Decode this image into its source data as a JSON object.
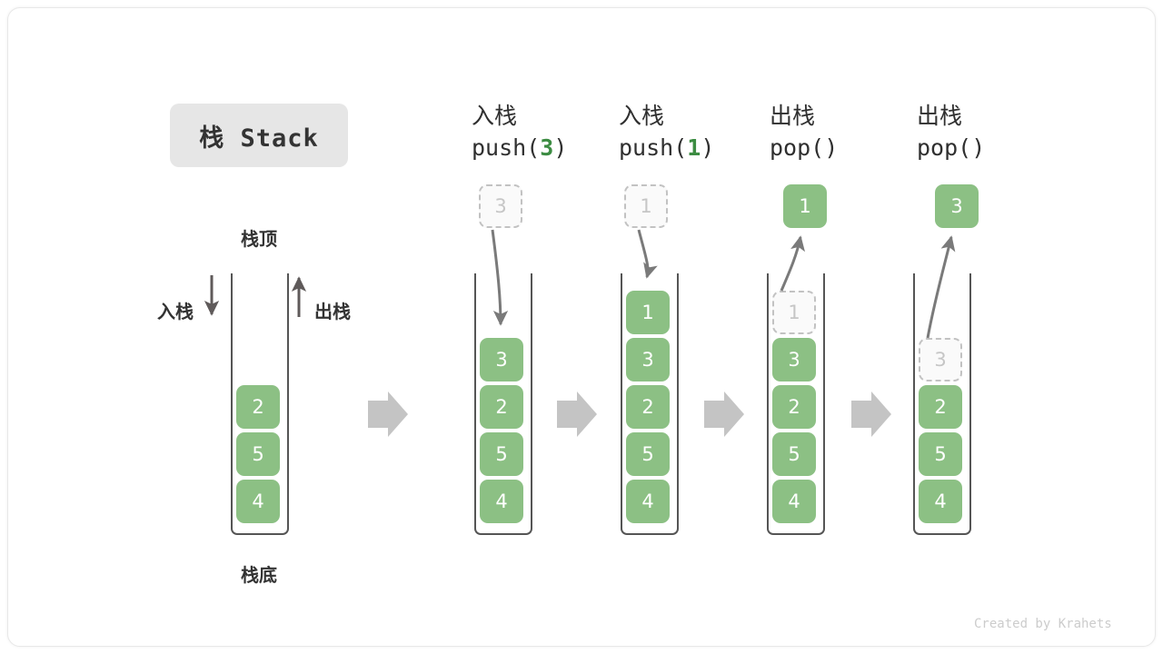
{
  "title_badge": {
    "label": "栈 Stack"
  },
  "footer": {
    "credit": "Created by Krahets"
  },
  "colors": {
    "cell_fill": "#8cc084",
    "cell_text": "#ffffff",
    "ghost_fill": "#fafafa",
    "ghost_border": "#c2c2c2",
    "ghost_text": "#c6c6c6",
    "accent_green": "#3c8c42",
    "arrow_gray": "#7a7a7a",
    "block_arrow_gray": "#c4c4c4",
    "container_stroke": "#555555",
    "badge_bg": "#e6e6e6"
  },
  "base_stack": {
    "top_label": "栈顶",
    "bottom_label": "栈底",
    "push_label": "入栈",
    "pop_label": "出栈",
    "cells": [
      "2",
      "5",
      "4"
    ]
  },
  "steps": [
    {
      "id": "push-3",
      "op_label": "入栈",
      "op_call": "push(",
      "op_arg": "3",
      "op_call_end": ")",
      "kind": "push",
      "incoming_value": "3",
      "cells": [
        "3",
        "2",
        "5",
        "4"
      ],
      "ghost_index": null
    },
    {
      "id": "push-1",
      "op_label": "入栈",
      "op_call": "push(",
      "op_arg": "1",
      "op_call_end": ")",
      "kind": "push",
      "incoming_value": "1",
      "cells": [
        "1",
        "3",
        "2",
        "5",
        "4"
      ],
      "ghost_index": null
    },
    {
      "id": "pop-1",
      "op_label": "出栈",
      "op_call": "pop(",
      "op_arg": "",
      "op_call_end": ")",
      "kind": "pop",
      "outgoing_value": "1",
      "cells": [
        "1",
        "3",
        "2",
        "5",
        "4"
      ],
      "ghost_index": 0
    },
    {
      "id": "pop-3",
      "op_label": "出栈",
      "op_call": "pop(",
      "op_arg": "",
      "op_call_end": ")",
      "kind": "pop",
      "outgoing_value": "3",
      "cells": [
        "3",
        "2",
        "5",
        "4"
      ],
      "ghost_index": 0
    }
  ]
}
